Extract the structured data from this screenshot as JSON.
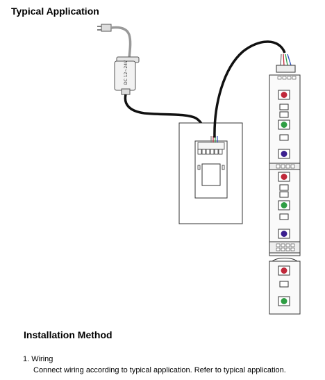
{
  "header": {
    "title": "Typical Application"
  },
  "diagram": {
    "power_supply_label": "DC 12~24V",
    "led_colors": {
      "red": "#c0283a",
      "green": "#2f9e44",
      "purple": "#3b1f8f"
    }
  },
  "installation": {
    "title": "Installation Method",
    "steps": [
      {
        "label": "1. Wiring",
        "text": "Connect wiring according to typical application. Refer to typical application."
      }
    ]
  }
}
